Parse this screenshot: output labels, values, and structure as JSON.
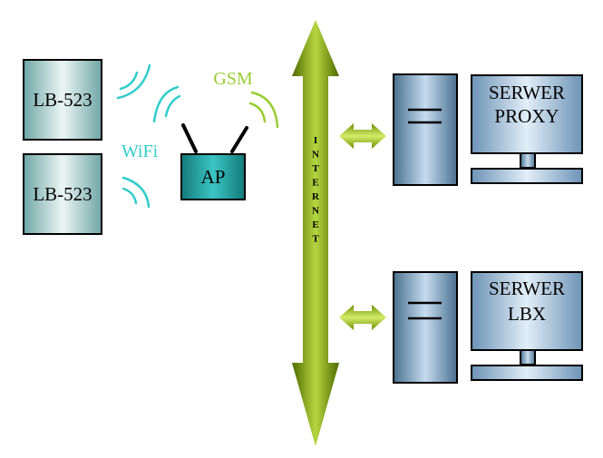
{
  "devices": [
    {
      "label": "LB-523"
    },
    {
      "label": "LB-523"
    }
  ],
  "wifi_label": "WiFi",
  "gsm_label": "GSM",
  "ap_label": "AP",
  "internet_label": "INTERNET",
  "servers": [
    {
      "line1": "SERWER",
      "line2": "PROXY"
    },
    {
      "line1": "SERWER",
      "line2": "LBX"
    }
  ],
  "colors": {
    "wifi": "#33cccc",
    "gsm": "#99cc33",
    "ap_fill": "#1a9a9a",
    "internet_arrow": "#6b8e00",
    "monitor_screen": "#a8c4dc",
    "tower": "#7a9ebf"
  }
}
